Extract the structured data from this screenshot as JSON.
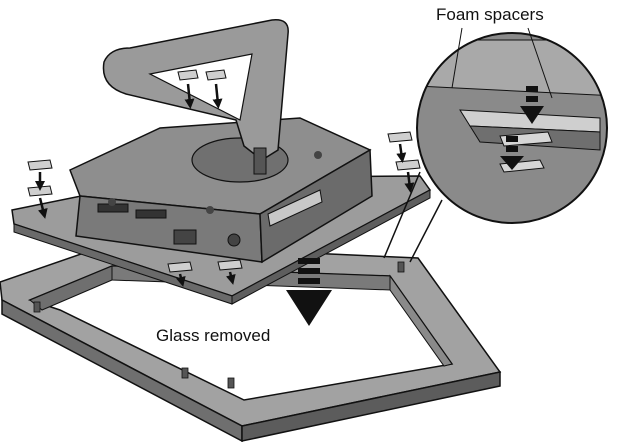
{
  "labels": {
    "foam_spacers": "Foam spacers",
    "glass_removed": "Glass removed"
  },
  "colors": {
    "frame_top": "#a2a2a2",
    "frame_side": "#6f6f6f",
    "plate": "#9c9c9c",
    "body": "#8a8a8a",
    "stand": "#9a9a9a",
    "spacer": "#cfcfcf",
    "arrow": "#1a1a1a",
    "outline": "#111111"
  },
  "icons": [
    "down-arrow-icon",
    "dashed-down-arrow-icon",
    "foam-spacer-pad"
  ]
}
